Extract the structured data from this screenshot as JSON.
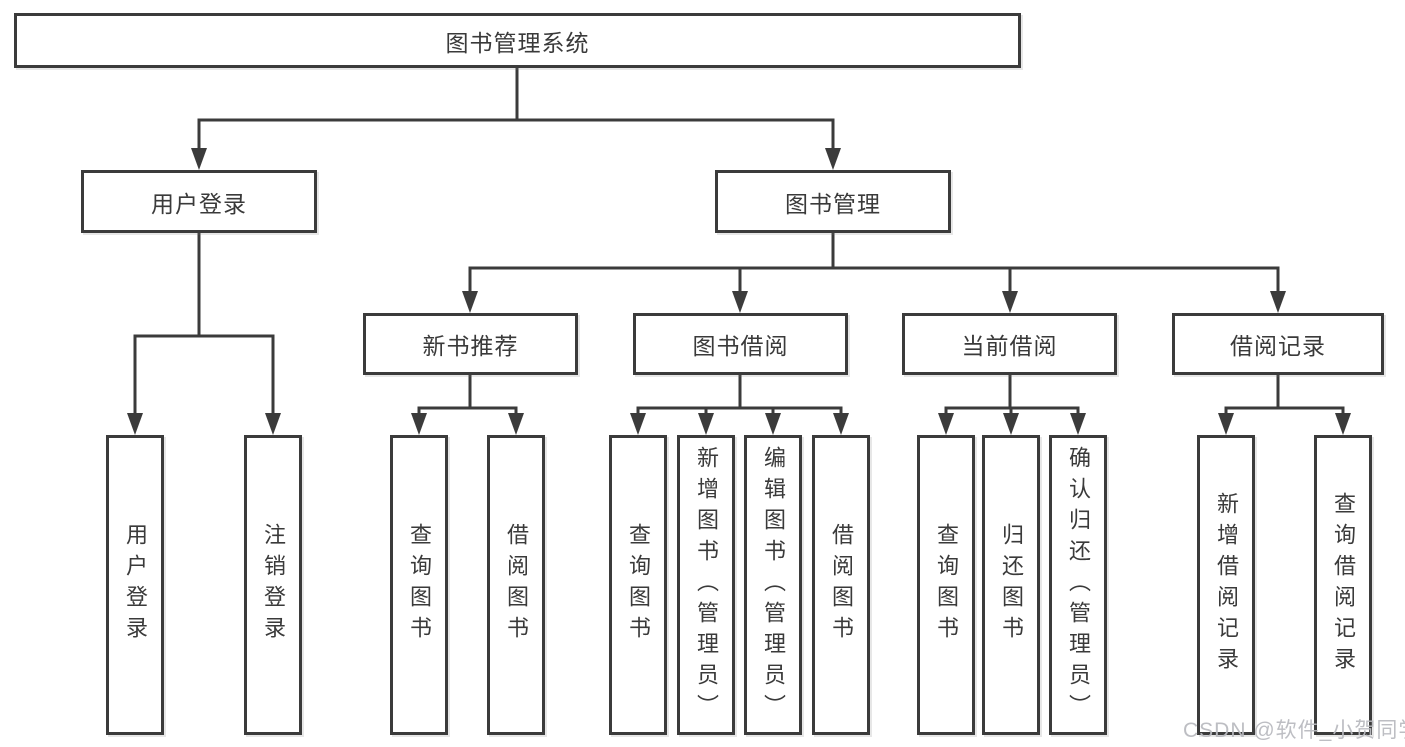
{
  "tree": {
    "root": {
      "label": "图书管理系统"
    },
    "branches": [
      {
        "label": "用户登录",
        "leaves": [
          "用户登录",
          "注销登录"
        ]
      },
      {
        "label": "图书管理",
        "groups": [
          {
            "label": "新书推荐",
            "leaves": [
              "查询图书",
              "借阅图书"
            ]
          },
          {
            "label": "图书借阅",
            "leaves": [
              "查询图书",
              "新增图书（管理员）",
              "编辑图书（管理员）",
              "借阅图书"
            ]
          },
          {
            "label": "当前借阅",
            "leaves": [
              "查询图书",
              "归还图书",
              "确认归还（管理员）"
            ]
          },
          {
            "label": "借阅记录",
            "leaves": [
              "新增借阅记录",
              "查询借阅记录"
            ]
          }
        ]
      }
    ]
  },
  "watermark": {
    "text": "CSDN @软件_小贺同学"
  },
  "colors": {
    "line": "#3b3b3b",
    "text": "#3a3a3a",
    "background": "#ffffff",
    "watermark": "#b9bbc0"
  }
}
